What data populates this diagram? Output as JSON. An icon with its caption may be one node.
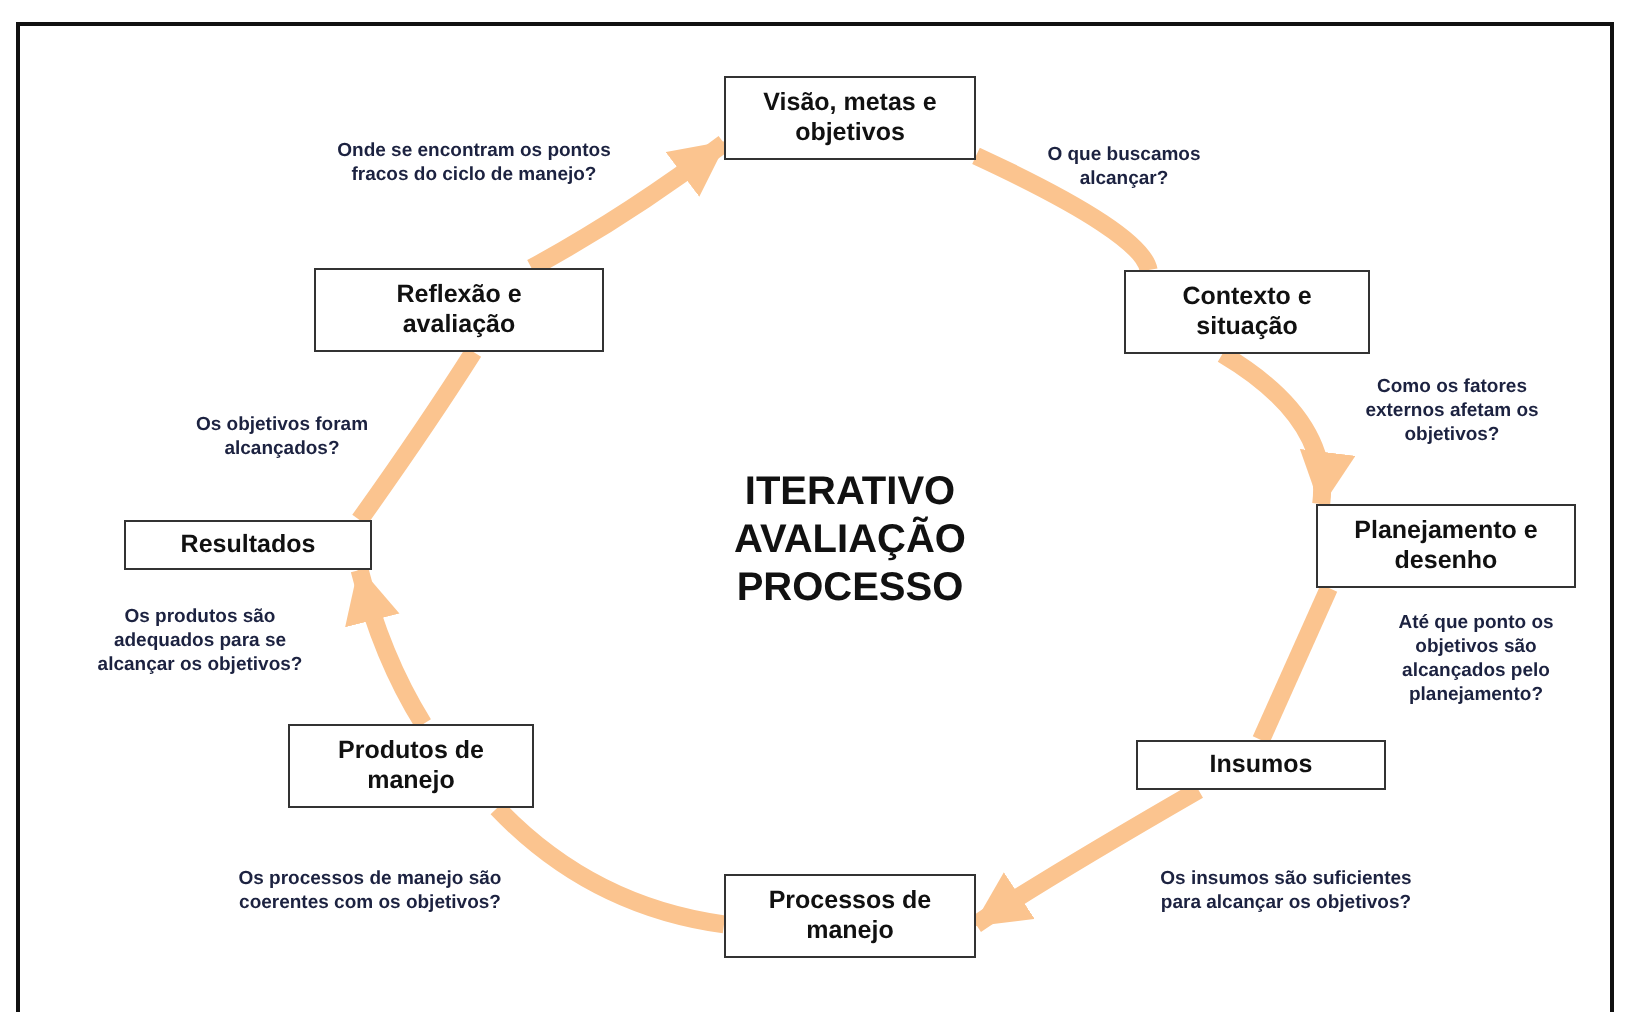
{
  "diagram": {
    "title": "ITERATIVO AVALIAÇÃO PROCESSO",
    "nodes": [
      {
        "text": [
          "Visão, metas e objetivos"
        ]
      },
      {
        "text": [
          "Contexto e situação"
        ]
      },
      {
        "text": [
          "Planejamento e desenho"
        ]
      },
      {
        "text": [
          "Insumos"
        ]
      },
      {
        "text": [
          "Processos de manejo"
        ]
      },
      {
        "text": [
          "Produtos de manejo"
        ]
      },
      {
        "text": [
          "Resultados"
        ]
      },
      {
        "text": [
          "Reflexão e avaliação"
        ]
      }
    ],
    "edges": [
      {
        "from": 0,
        "to": 1,
        "arrow": "none"
      },
      {
        "from": 1,
        "to": 2,
        "arrow": "to"
      },
      {
        "from": 2,
        "to": 3,
        "arrow": "none"
      },
      {
        "from": 3,
        "to": 4,
        "arrow": "to"
      },
      {
        "from": 4,
        "to": 5,
        "arrow": "none"
      },
      {
        "from": 5,
        "to": 6,
        "arrow": "to"
      },
      {
        "from": 6,
        "to": 7,
        "arrow": "none"
      },
      {
        "from": 7,
        "to": 0,
        "arrow": "to"
      }
    ],
    "labels": [
      "Onde se encontram os pontos fracos do ciclo de manejo?",
      "O que buscamos alcançar?",
      "Os objetivos foram alcançados?",
      "Como os fatores externos afetam os objetivos?",
      "Os produtos são adequados para se alcançar os objetivos?",
      "Até que ponto os objetivos são alcançados pelo planejamento?",
      "Os processos de manejo são coerentes com os objetivos?",
      "Os insumos são suficientes para alcançar os objetivos?"
    ]
  }
}
